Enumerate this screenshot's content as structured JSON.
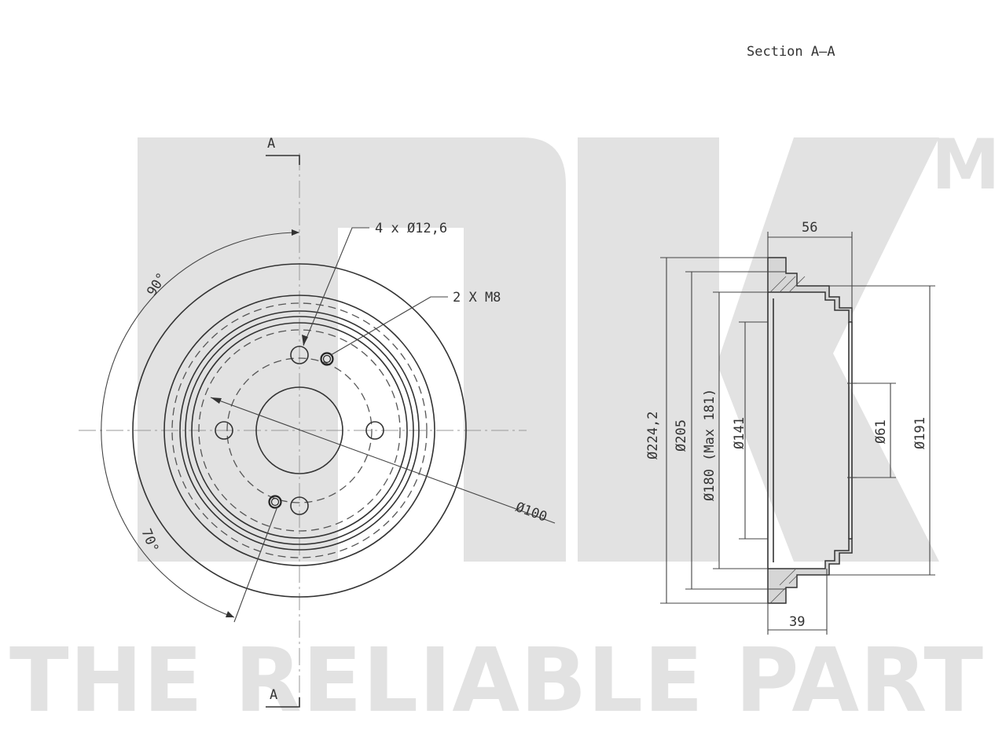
{
  "watermark": {
    "brand_mark": "NK",
    "trademark": "TM",
    "slogan": "THE RELIABLE PART"
  },
  "section_title": "Section A–A",
  "section_markers": {
    "top": "A",
    "bottom": "A"
  },
  "front_view": {
    "bolt_holes": "4 x Ø12,6",
    "threaded_holes": "2 X M8",
    "pcd": "Ø100",
    "angle_upper": "90°",
    "angle_lower": "70°"
  },
  "section_view": {
    "width_total": "56",
    "width_inner": "39",
    "dia_outer": "Ø224,2",
    "dia_flange": "Ø205",
    "dia_braking": "Ø180 (Max 181)",
    "dia_hub_recess": "Ø141",
    "dia_center_bore": "Ø61",
    "dia_hub": "Ø191"
  },
  "colors": {
    "line": "#333333",
    "watermark": "#e2e2e2",
    "background": "#ffffff"
  }
}
